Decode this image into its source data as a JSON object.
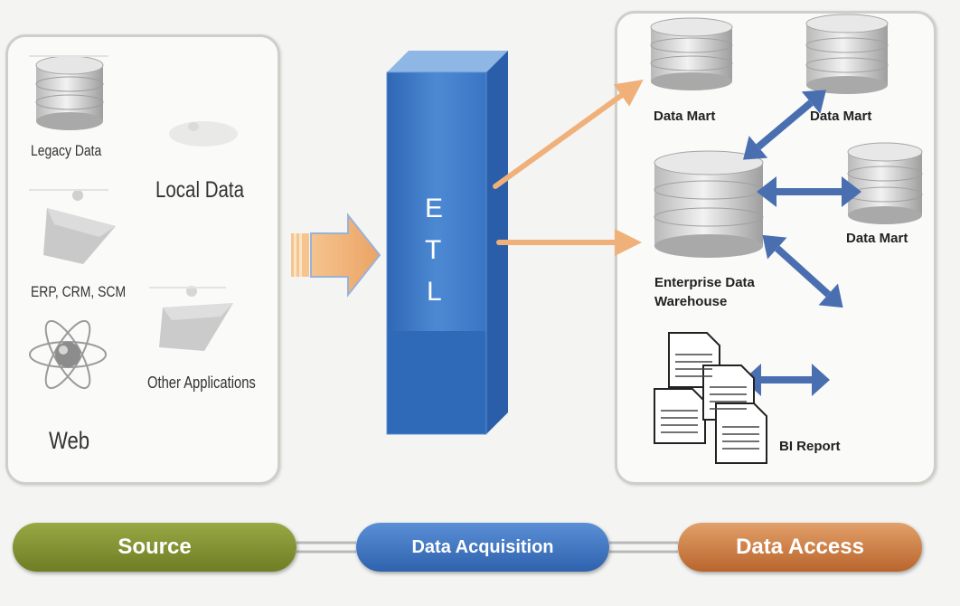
{
  "source": {
    "legacy": "Legacy Data",
    "local": "Local Data",
    "erp": "ERP, CRM, SCM",
    "other": "Other Applications",
    "web": "Web"
  },
  "etl": [
    "E",
    "T",
    "L"
  ],
  "warehouse": {
    "datamart_1": "Data Mart",
    "datamart_2": "Data Mart",
    "datamart_3": "Data Mart",
    "edw_line1": "Enterprise Data",
    "edw_line2": "Warehouse",
    "bi_report": "BI Report"
  },
  "stages": {
    "source": "Source",
    "acquisition": "Data Acquisition",
    "access": "Data Access"
  },
  "colors": {
    "source_pill": "#7d8a2c",
    "acquisition_pill": "#3a6fb8",
    "access_pill": "#c7783a",
    "etl_blue": "#3c79c8",
    "orange_arrow": "#f0b07a",
    "blue_arrow": "#4a6fb0"
  }
}
